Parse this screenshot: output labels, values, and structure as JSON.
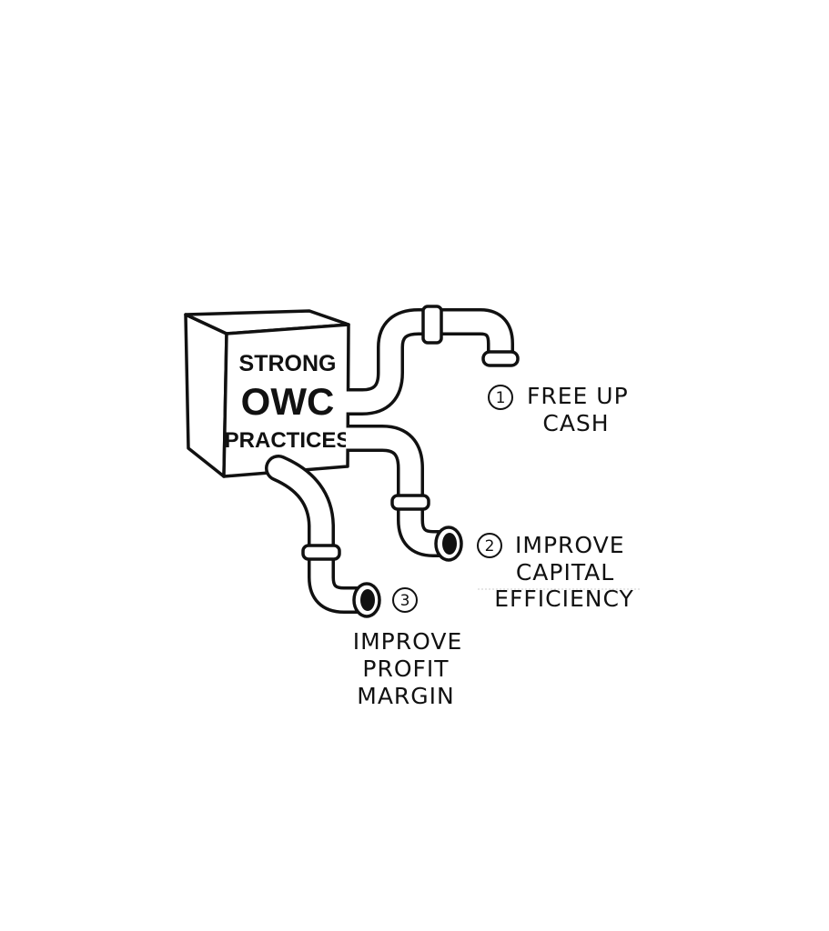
{
  "box": {
    "line1": "STRONG",
    "line2": "OWC",
    "line3": "PRACTICES"
  },
  "outputs": [
    {
      "number": "1",
      "lines": [
        "FREE UP",
        "CASH"
      ]
    },
    {
      "number": "2",
      "lines": [
        "IMPROVE",
        "CAPITAL",
        "EFFICIENCY"
      ]
    },
    {
      "number": "3",
      "lines": [
        "IMPROVE",
        "PROFIT",
        "MARGIN"
      ]
    }
  ],
  "colors": {
    "ink": "#111111",
    "background": "#ffffff"
  }
}
